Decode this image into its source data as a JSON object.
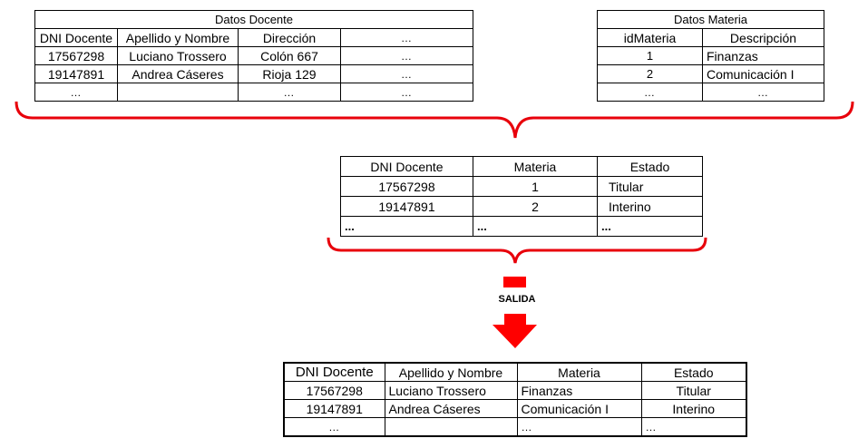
{
  "datos_docente": {
    "caption": "Datos Docente",
    "headers": [
      "DNI Docente",
      "Apellido y Nombre",
      "Dirección",
      "…"
    ],
    "rows": [
      [
        "17567298",
        "Luciano Trossero",
        "Colón 667",
        "…"
      ],
      [
        "19147891",
        "Andrea Cáseres",
        "Rioja 129",
        "…"
      ],
      [
        "…",
        "",
        "…",
        "…"
      ]
    ]
  },
  "datos_materia": {
    "caption": "Datos Materia",
    "headers": [
      "idMateria",
      "Descripción"
    ],
    "rows": [
      [
        "1",
        "Finanzas"
      ],
      [
        "2",
        "Comunicación I"
      ],
      [
        "…",
        "…"
      ]
    ]
  },
  "relacion": {
    "headers": [
      "DNI Docente",
      "Materia",
      "Estado"
    ],
    "rows": [
      [
        "17567298",
        "1",
        "Titular"
      ],
      [
        "19147891",
        "2",
        "Interino"
      ],
      [
        "...",
        "...",
        "..."
      ]
    ]
  },
  "salida_label": "SALIDA",
  "resultado": {
    "headers": [
      "DNI Docente",
      "Apellido y Nombre",
      "Materia",
      "Estado"
    ],
    "rows": [
      [
        "17567298",
        "Luciano Trossero",
        "Finanzas",
        "Titular"
      ],
      [
        "19147891",
        "Andrea Cáseres",
        "Comunicación I",
        "Interino"
      ],
      [
        "…",
        "",
        "…",
        "…"
      ]
    ]
  },
  "colors": {
    "bracket": "#e8000b",
    "arrow": "#ff0000"
  }
}
